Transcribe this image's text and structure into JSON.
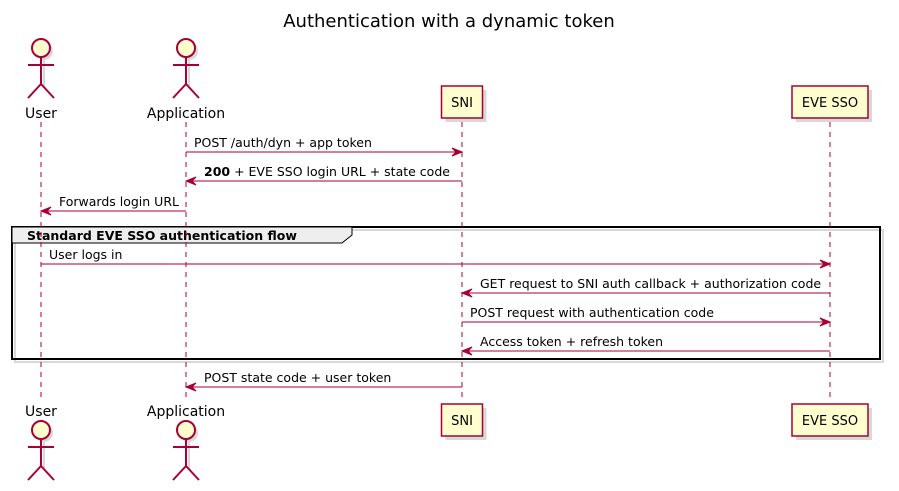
{
  "title": "Authentication with a dynamic token",
  "participants": [
    {
      "id": "user",
      "label": "User",
      "kind": "actor"
    },
    {
      "id": "app",
      "label": "Application",
      "kind": "actor"
    },
    {
      "id": "sni",
      "label": "SNI",
      "kind": "participant"
    },
    {
      "id": "sso",
      "label": "EVE SSO",
      "kind": "participant"
    }
  ],
  "messages": [
    {
      "from": "app",
      "to": "sni",
      "bold": "",
      "text": "POST /auth/dyn + app token"
    },
    {
      "from": "sni",
      "to": "app",
      "bold": "200",
      "text": " + EVE SSO login URL + state code"
    },
    {
      "from": "app",
      "to": "user",
      "bold": "",
      "text": "Forwards login URL"
    },
    {
      "from": "user",
      "to": "sso",
      "bold": "",
      "text": "User logs in"
    },
    {
      "from": "sso",
      "to": "sni",
      "bold": "",
      "text": "GET request to SNI auth callback + authorization code"
    },
    {
      "from": "sni",
      "to": "sso",
      "bold": "",
      "text": "POST request with authentication code"
    },
    {
      "from": "sso",
      "to": "sni",
      "bold": "",
      "text": "Access token + refresh token"
    },
    {
      "from": "sni",
      "to": "app",
      "bold": "",
      "text": "POST state code + user token"
    }
  ],
  "group": {
    "label": "Standard EVE SSO authentication flow",
    "first_message": 3,
    "last_message": 6
  },
  "colors": {
    "line": "#A80036",
    "fill": "#FEFECE",
    "frame": "#000000",
    "group_tab": "#EEEEEE"
  }
}
